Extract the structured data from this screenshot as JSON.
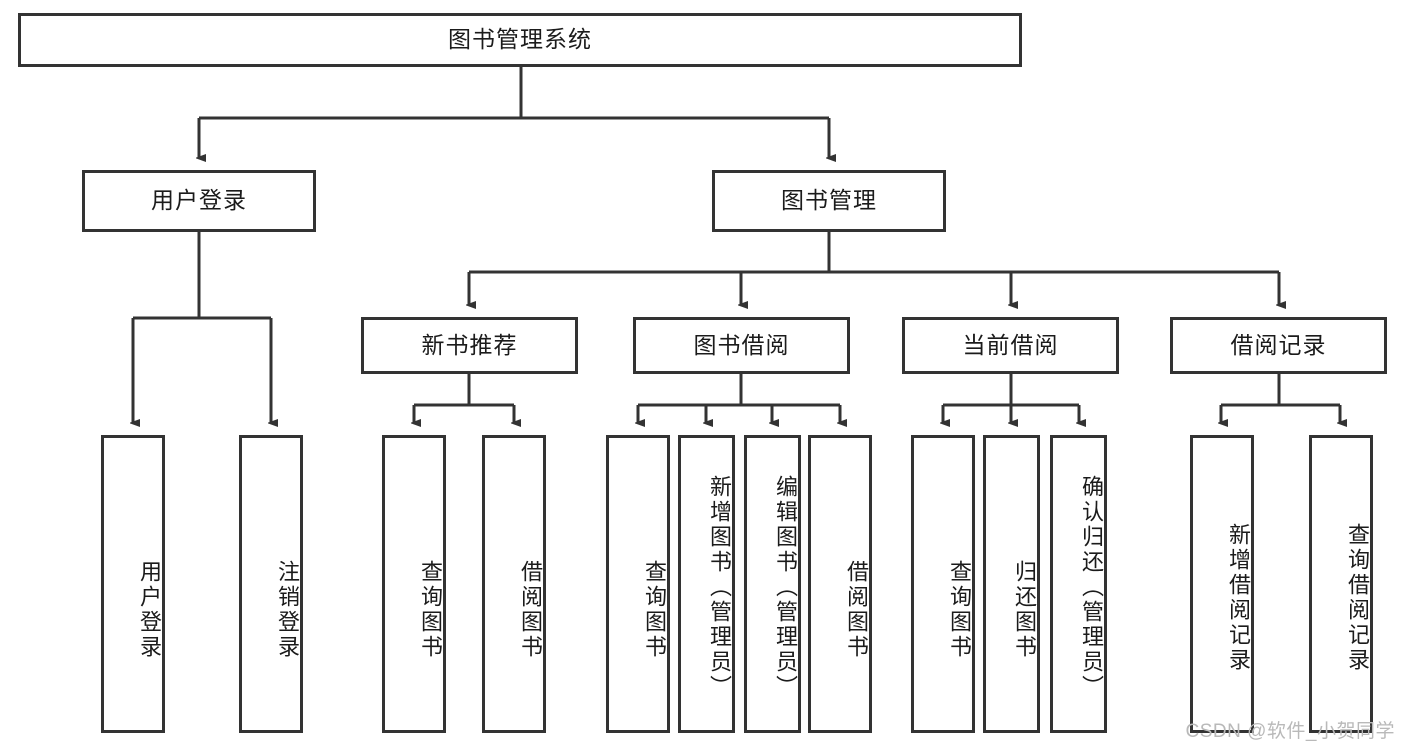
{
  "diagram": {
    "type": "tree-hierarchy",
    "title": "图书管理系统",
    "root": {
      "id": "root",
      "label": "图书管理系统",
      "orientation": "horizontal"
    },
    "level2": [
      {
        "id": "user-login",
        "label": "用户登录",
        "orientation": "horizontal"
      },
      {
        "id": "book-management",
        "label": "图书管理",
        "orientation": "horizontal"
      }
    ],
    "level3": [
      {
        "id": "new-book-recommend",
        "label": "新书推荐",
        "orientation": "horizontal",
        "parent": "book-management"
      },
      {
        "id": "book-borrow",
        "label": "图书借阅",
        "orientation": "horizontal",
        "parent": "book-management"
      },
      {
        "id": "current-borrow",
        "label": "当前借阅",
        "orientation": "horizontal",
        "parent": "book-management"
      },
      {
        "id": "borrow-record",
        "label": "借阅记录",
        "orientation": "horizontal",
        "parent": "book-management"
      }
    ],
    "leaves": [
      {
        "id": "leaf-user-login",
        "label": "用户登录",
        "parent": "user-login",
        "orientation": "vertical"
      },
      {
        "id": "leaf-user-logout",
        "label": "注销登录",
        "parent": "user-login",
        "orientation": "vertical"
      },
      {
        "id": "leaf-query-book-1",
        "label": "查询图书",
        "parent": "new-book-recommend",
        "orientation": "vertical"
      },
      {
        "id": "leaf-borrow-book-1",
        "label": "借阅图书",
        "parent": "new-book-recommend",
        "orientation": "vertical"
      },
      {
        "id": "leaf-query-book-2",
        "label": "查询图书",
        "parent": "book-borrow",
        "orientation": "vertical"
      },
      {
        "id": "leaf-add-book",
        "label": "新增图书（管理员）",
        "parent": "book-borrow",
        "orientation": "vertical"
      },
      {
        "id": "leaf-edit-book",
        "label": "编辑图书（管理员）",
        "parent": "book-borrow",
        "orientation": "vertical"
      },
      {
        "id": "leaf-borrow-book-2",
        "label": "借阅图书",
        "parent": "book-borrow",
        "orientation": "vertical"
      },
      {
        "id": "leaf-query-book-3",
        "label": "查询图书",
        "parent": "current-borrow",
        "orientation": "vertical"
      },
      {
        "id": "leaf-return-book",
        "label": "归还图书",
        "parent": "current-borrow",
        "orientation": "vertical"
      },
      {
        "id": "leaf-confirm-return",
        "label": "确认归还（管理员）",
        "parent": "current-borrow",
        "orientation": "vertical"
      },
      {
        "id": "leaf-add-record",
        "label": "新增借阅记录",
        "parent": "borrow-record",
        "orientation": "vertical"
      },
      {
        "id": "leaf-query-record",
        "label": "查询借阅记录",
        "parent": "borrow-record",
        "orientation": "vertical"
      }
    ],
    "colors": {
      "box_border": "#333333",
      "box_fill": "#ffffff",
      "connector": "#333333",
      "text": "#1b1b1b",
      "watermark": "#b9b9b9",
      "background": "#ffffff"
    }
  },
  "watermark": {
    "text": "CSDN @软件_小贺同学"
  }
}
